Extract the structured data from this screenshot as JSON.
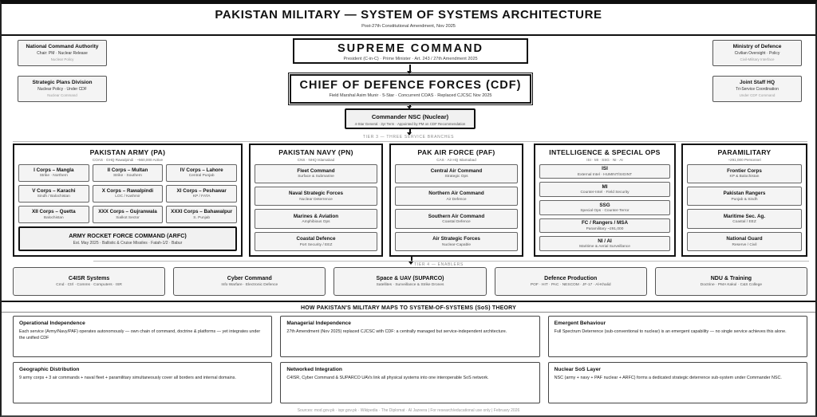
{
  "page": {
    "title": "PAKISTAN MILITARY — SYSTEM OF SYSTEMS ARCHITECTURE",
    "subtitle": "Post-27th Constitutional Amendment, Nov 2025",
    "tier3_label": "TIER 3 — THREE SERVICE BRANCHES",
    "tier4_label": "TIER 4 — ENABLERS",
    "theory_title": "HOW PAKISTAN'S MILITARY MAPS TO SYSTEM-OF-SYSTEMS (SoS) THEORY",
    "footer": "Sources: mod.gov.pk · ispr.gov.pk · Wikipedia · The Diplomat · Al Jazeera   |   For research/educational use only   |   February 2026"
  },
  "oversight": {
    "nca": {
      "title": "National Command Authority",
      "sub": "Chair: PM · Nuclear Release",
      "note": "Nuclear Policy"
    },
    "spd": {
      "title": "Strategic Plans Division",
      "sub": "Nuclear Policy · Under CDF",
      "note": "Nuclear Command"
    },
    "mod": {
      "title": "Ministry of Defence",
      "sub": "Civilian Oversight · Policy",
      "note": "Civil-Military Interface"
    },
    "jshq": {
      "title": "Joint Staff HQ",
      "sub": "Tri-Service Coordination",
      "note": "Under CDF Command"
    }
  },
  "command": {
    "supreme": {
      "title": "SUPREME COMMAND",
      "sub": "President (C-in-C) · Prime Minister · Art. 243 / 27th Amendment 2025"
    },
    "cdf": {
      "title": "CHIEF OF DEFENCE FORCES (CDF)",
      "sub": "Field Marshal Asim Munir · 5-Star · Concurrent COAS · Replaced CJCSC Nov 2025"
    },
    "nsc": {
      "title": "Commander NSC (Nuclear)",
      "sub": "4-Star General · 3yr Term · Appointed by PM on CDF Recommendation"
    }
  },
  "branches": [
    {
      "title": "PAKISTAN ARMY (PA)",
      "sub": "COAS · GHQ Rawalpindi · ~560,000 Active",
      "units": [
        {
          "t": "I Corps – Mangla",
          "s": "Strike · Northern"
        },
        {
          "t": "II Corps – Multan",
          "s": "Strike · Southern"
        },
        {
          "t": "IV Corps – Lahore",
          "s": "Central Punjab"
        },
        {
          "t": "V Corps – Karachi",
          "s": "Sindh / Balochistan"
        },
        {
          "t": "X Corps – Rawalpindi",
          "s": "LOC / Kashmir"
        },
        {
          "t": "XI Corps – Peshawar",
          "s": "KP / FATA"
        },
        {
          "t": "XII Corps – Quetta",
          "s": "Balochistan"
        },
        {
          "t": "XXX Corps – Gujranwala",
          "s": "Sialkot Sector"
        },
        {
          "t": "XXXI Corps – Bahawalpur",
          "s": "S. Punjab"
        }
      ],
      "arfc": {
        "t": "ARMY ROCKET FORCE COMMAND (ARFC)",
        "s": "Est. May 2025 · Ballistic & Cruise Missiles · Fatah-1/2 · Babur"
      }
    },
    {
      "title": "PAKISTAN NAVY (PN)",
      "sub": "CNS · NHQ Islamabad",
      "units": [
        {
          "t": "Fleet Command",
          "s": "Surface & Submarine"
        },
        {
          "t": "Naval Strategic Forces",
          "s": "Nuclear Deterrence"
        },
        {
          "t": "Marines & Aviation",
          "s": "Amphibious Ops"
        },
        {
          "t": "Coastal Defence",
          "s": "Port Security / EEZ"
        }
      ]
    },
    {
      "title": "PAK AIR FORCE (PAF)",
      "sub": "CAS · Air HQ Islamabad",
      "units": [
        {
          "t": "Central Air Command",
          "s": "Strategic Ops"
        },
        {
          "t": "Northern Air Command",
          "s": "Air Defence"
        },
        {
          "t": "Southern Air Command",
          "s": "Coastal Defence"
        },
        {
          "t": "Air Strategic Forces",
          "s": "Nuclear-Capable"
        }
      ]
    },
    {
      "title": "INTELLIGENCE & SPECIAL OPS",
      "sub": "ISI · MI · SSG · NI · AI",
      "units": [
        {
          "t": "ISI",
          "s": "External Intel · HUMINT/SIGINT"
        },
        {
          "t": "MI",
          "s": "Counter-Intel · Field Security"
        },
        {
          "t": "SSG",
          "s": "Special Ops · Counter-Terror"
        },
        {
          "t": "FC / Rangers / MSA",
          "s": "Paramilitary ~291,000"
        },
        {
          "t": "NI / AI",
          "s": "Maritime & Aerial Surveillance"
        }
      ]
    },
    {
      "title": "PARAMILITARY",
      "sub": "~291,000 Personnel",
      "units": [
        {
          "t": "Frontier Corps",
          "s": "KP & Balochistan"
        },
        {
          "t": "Pakistan Rangers",
          "s": "Punjab & Sindh"
        },
        {
          "t": "Maritime Sec. Ag.",
          "s": "Coastal / EEZ"
        },
        {
          "t": "National Guard",
          "s": "Reserve / Civil"
        }
      ]
    }
  ],
  "enablers": [
    {
      "t": "C4ISR Systems",
      "s": "Cmd · Ctrl · Comms · Computers · ISR"
    },
    {
      "t": "Cyber Command",
      "s": "Info Warfare · Electronic Defence"
    },
    {
      "t": "Space & UAV (SUPARCO)",
      "s": "Satellites · Surveillance & Strike Drones"
    },
    {
      "t": "Defence Production",
      "s": "POF · HIT · PAC · NESCOM · JF-17 · Al-Khalid"
    },
    {
      "t": "NDU & Training",
      "s": "Doctrine · PMA Kakul · C&S College"
    }
  ],
  "theory": [
    {
      "t": "Operational Independence",
      "b": "Each service (Army/Navy/PAF) operates autonomously — own chain of command, doctrine & platforms — yet integrates under the unified CDF"
    },
    {
      "t": "Managerial Independence",
      "b": "27th Amendment (Nov 2025) replaced CJCSC with CDF: a centrally managed but service-independent architecture."
    },
    {
      "t": "Emergent Behaviour",
      "b": "Full Spectrum Deterrence (sub-conventional to nuclear) is an emergent capability — no single service achieves this alone."
    },
    {
      "t": "Geographic Distribution",
      "b": "9 army corps + 3 air commands + naval fleet + paramilitary simultaneously cover all borders and internal domains."
    },
    {
      "t": "Networked Integration",
      "b": "C4ISR, Cyber Command & SUPARCO UAVs link all physical systems into one interoperable SoS network."
    },
    {
      "t": "Nuclear SoS Layer",
      "b": "NSC (army + navy + PAF nuclear + ARFC) forms a dedicated strategic deterrence sub-system under Commander NSC."
    }
  ]
}
